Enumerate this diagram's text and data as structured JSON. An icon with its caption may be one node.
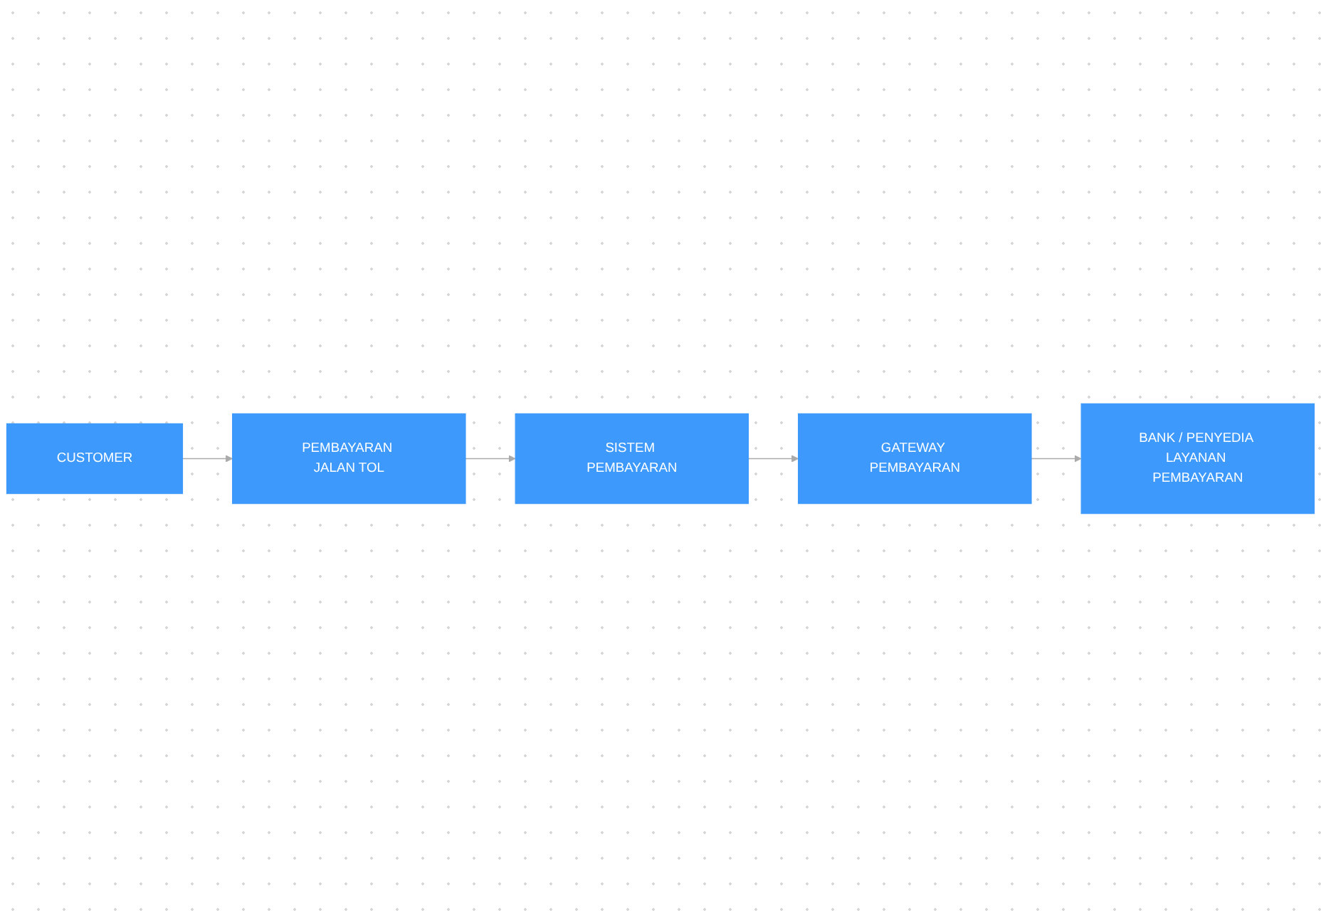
{
  "diagram": {
    "nodes": [
      {
        "text": [
          "CUSTOMER"
        ]
      },
      {
        "text": [
          "PEMBAYARAN JALAN TOL"
        ]
      },
      {
        "text": [
          "SISTEM PEMBAYARAN"
        ]
      },
      {
        "text": [
          "GATEWAY PEMBAYARAN"
        ]
      },
      {
        "text": [
          "BANK / PENYEDIA LAYANAN PEMBAYARAN"
        ]
      }
    ],
    "edges": [
      {
        "from": 0,
        "to": 1,
        "arrow": "to"
      },
      {
        "from": 1,
        "to": 2,
        "arrow": "to"
      },
      {
        "from": 2,
        "to": 3,
        "arrow": "to"
      },
      {
        "from": 3,
        "to": 4,
        "arrow": "to"
      }
    ]
  }
}
